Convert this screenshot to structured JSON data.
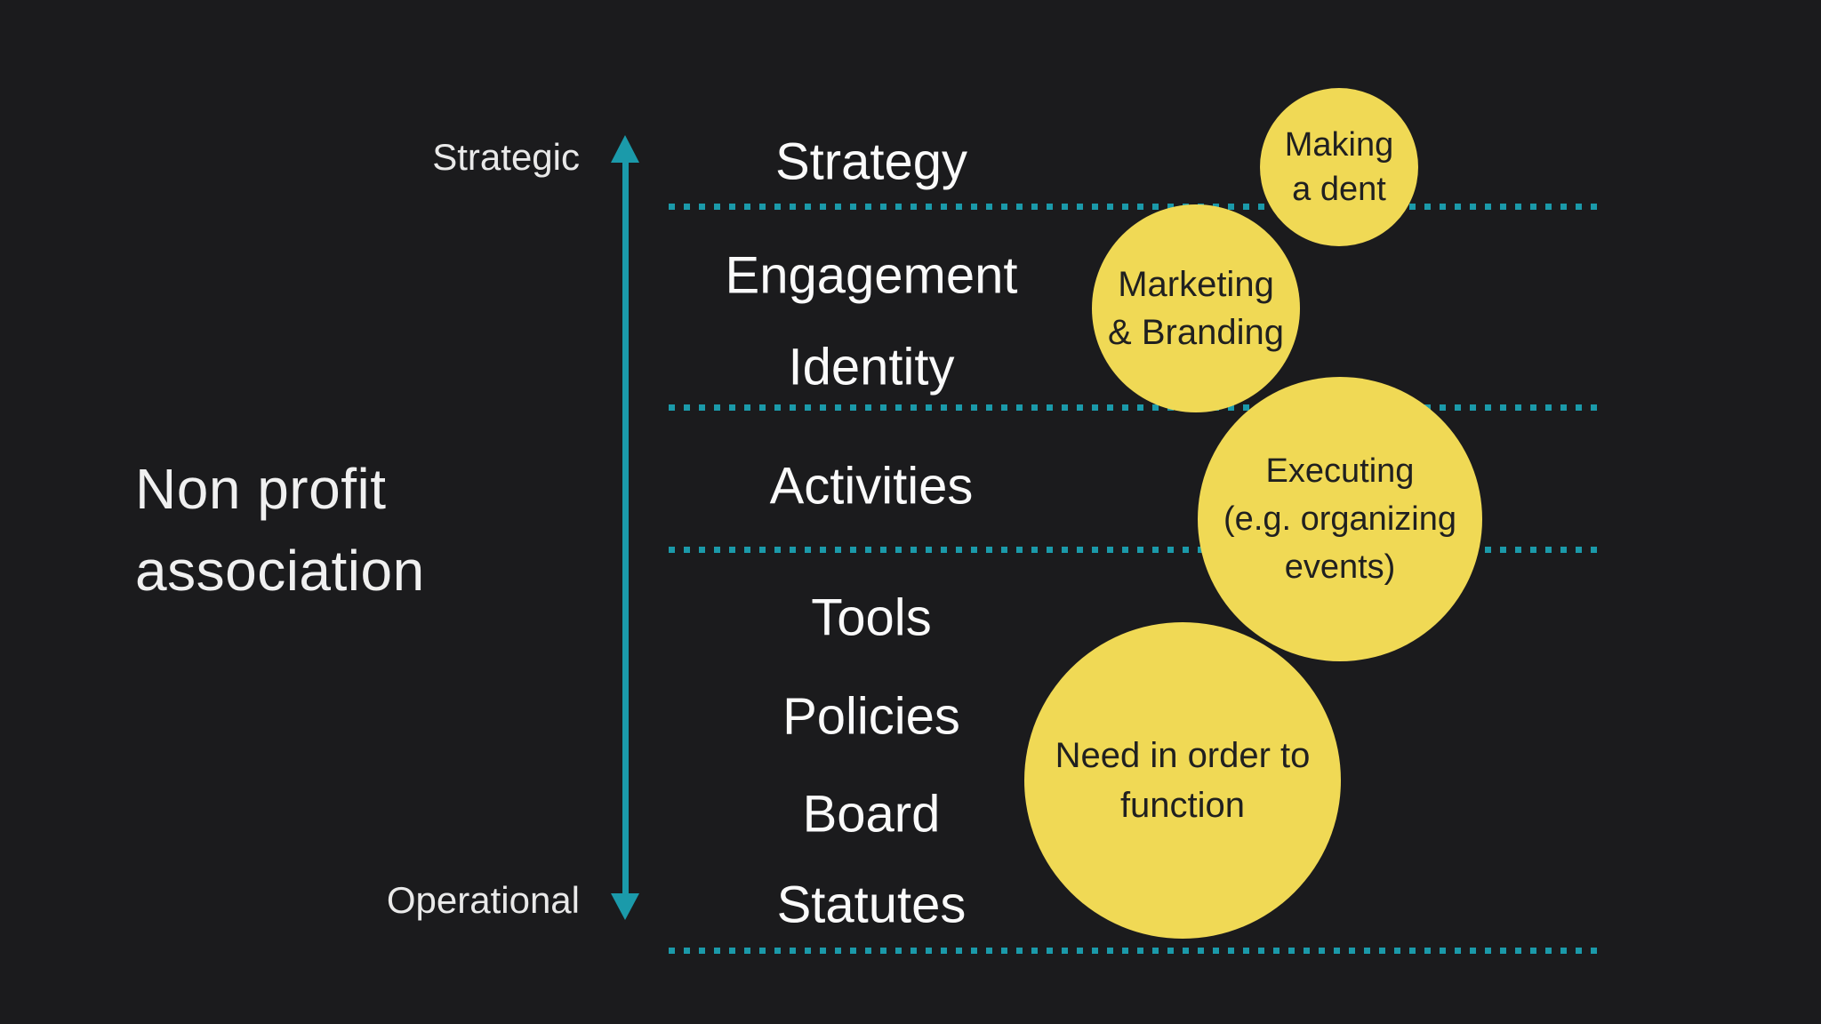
{
  "title": {
    "line1": "Non profit",
    "line2": "association"
  },
  "axis": {
    "top_label": "Strategic",
    "bottom_label": "Operational"
  },
  "rows": [
    {
      "label": "Strategy"
    },
    {
      "label": "Engagement"
    },
    {
      "label": "Identity"
    },
    {
      "label": "Activities"
    },
    {
      "label": "Tools"
    },
    {
      "label": "Policies"
    },
    {
      "label": "Board"
    },
    {
      "label": "Statutes"
    }
  ],
  "bubbles": [
    {
      "name": "making-a-dent",
      "lines": [
        "Making",
        "a dent"
      ]
    },
    {
      "name": "marketing-branding",
      "lines": [
        "Marketing",
        "& Branding"
      ]
    },
    {
      "name": "executing-events",
      "lines": [
        "Executing",
        "(e.g. organizing",
        "events)"
      ]
    },
    {
      "name": "need-to-function",
      "lines": [
        "Need in order to",
        "function"
      ]
    }
  ],
  "colors": {
    "bg": "#1b1b1d",
    "teal": "#1b9aaa",
    "yellow": "#f0d955",
    "text_light": "#f5f5f5",
    "text_dark": "#202020"
  }
}
